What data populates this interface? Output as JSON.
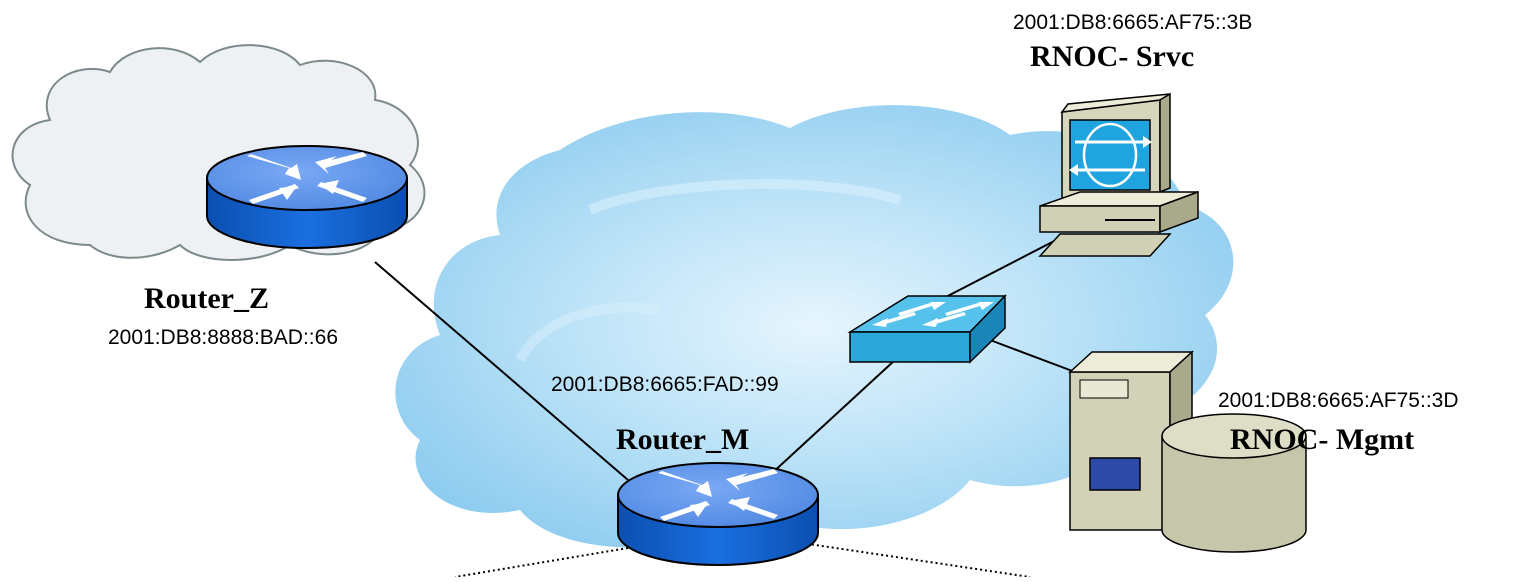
{
  "router_z": {
    "name": "Router_Z",
    "ip": "2001:DB8:8888:BAD::66"
  },
  "router_m": {
    "name": "Router_M",
    "ip": "2001:DB8:6665:FAD::99"
  },
  "rnoc_srvc": {
    "name": "RNOC- Srvc",
    "ip": "2001:DB8:6665:AF75::3B"
  },
  "rnoc_mgmt": {
    "name": "RNOC- Mgmt",
    "ip": "2001:DB8:6665:AF75::3D"
  },
  "colors": {
    "router_top": "#5b8fe8",
    "router_side": "#1560c8",
    "switch": "#2fa8da",
    "cloud_fill": "#eef1f3",
    "network_cloud": "#9fd2ef",
    "device_beige": "#d2d2b8"
  },
  "icons": [
    "cloud-icon",
    "router-icon",
    "switch-icon",
    "workstation-icon",
    "server-icon"
  ]
}
